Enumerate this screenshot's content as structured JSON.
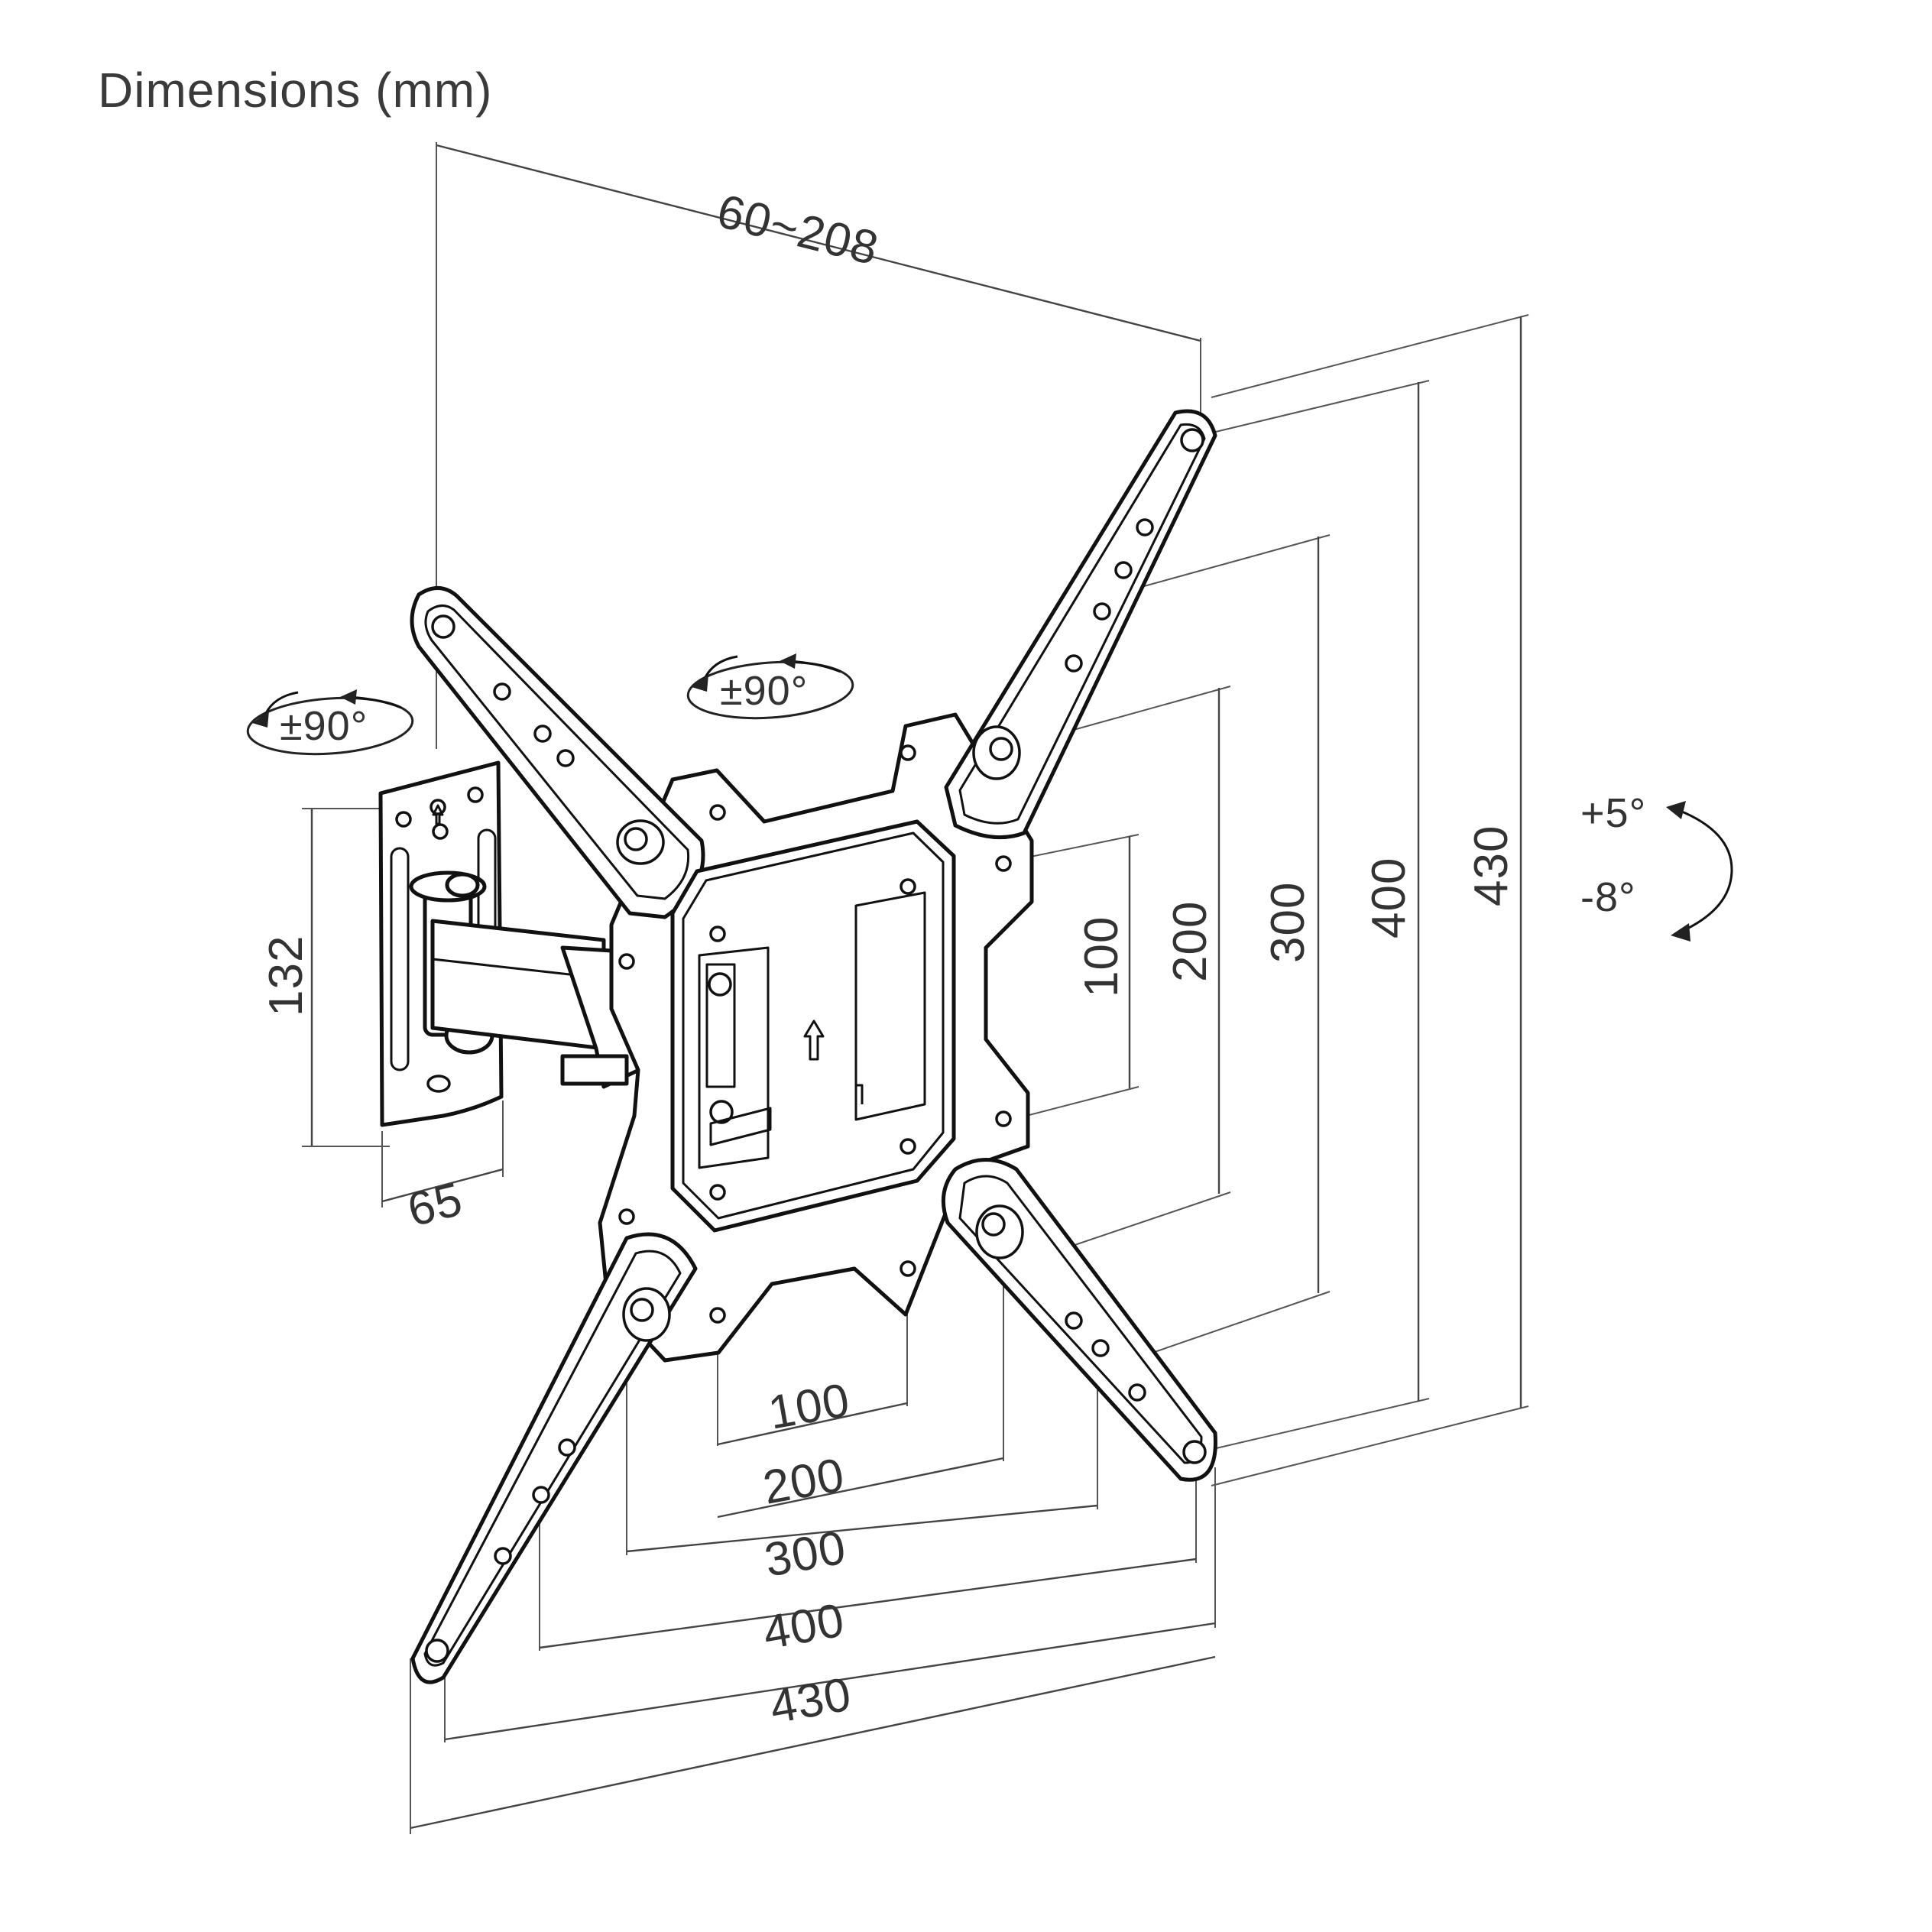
{
  "title": "Dimensions (mm)",
  "dimensions": {
    "arm_extension": "60~208",
    "wall_plate_height": "132",
    "wall_plate_width": "65",
    "vesa_vertical": [
      "100",
      "200",
      "300",
      "400",
      "430"
    ],
    "vesa_horizontal": [
      "100",
      "200",
      "300",
      "400",
      "430"
    ]
  },
  "rotation": {
    "wall_swivel": "±90°",
    "head_swivel": "±90°"
  },
  "tilt": {
    "up": "+5°",
    "down": "-8°"
  }
}
